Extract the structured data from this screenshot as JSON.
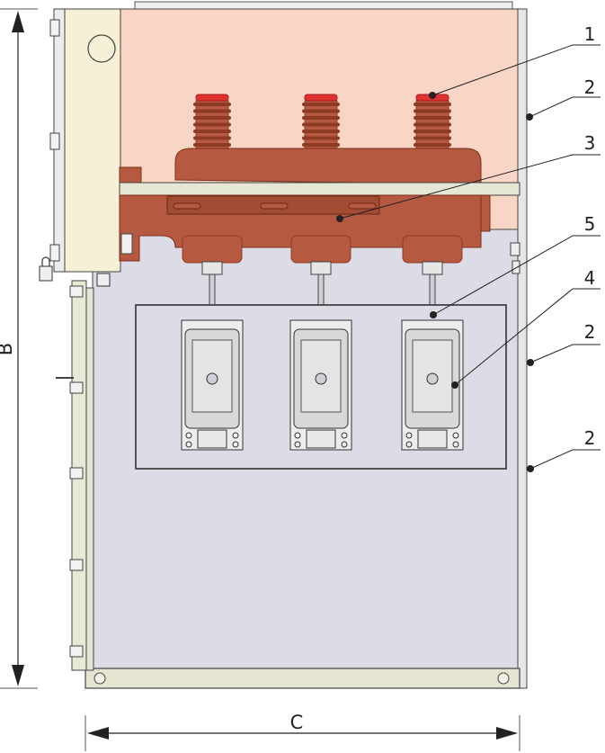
{
  "dimensions": {
    "height": "B",
    "width": "C"
  },
  "callouts": [
    "1",
    "2",
    "3",
    "5",
    "4",
    "2",
    "2"
  ],
  "colors": {
    "upper_compartment": "#f9d5c6",
    "lower_compartment": "#dcdce6",
    "insulator": "#b55a40",
    "insulator_dark": "#8e3b26",
    "cap_red": "#e03030",
    "door_panel": "#f6f0d6",
    "frame": "#e4e4d0",
    "outline": "#333333"
  }
}
